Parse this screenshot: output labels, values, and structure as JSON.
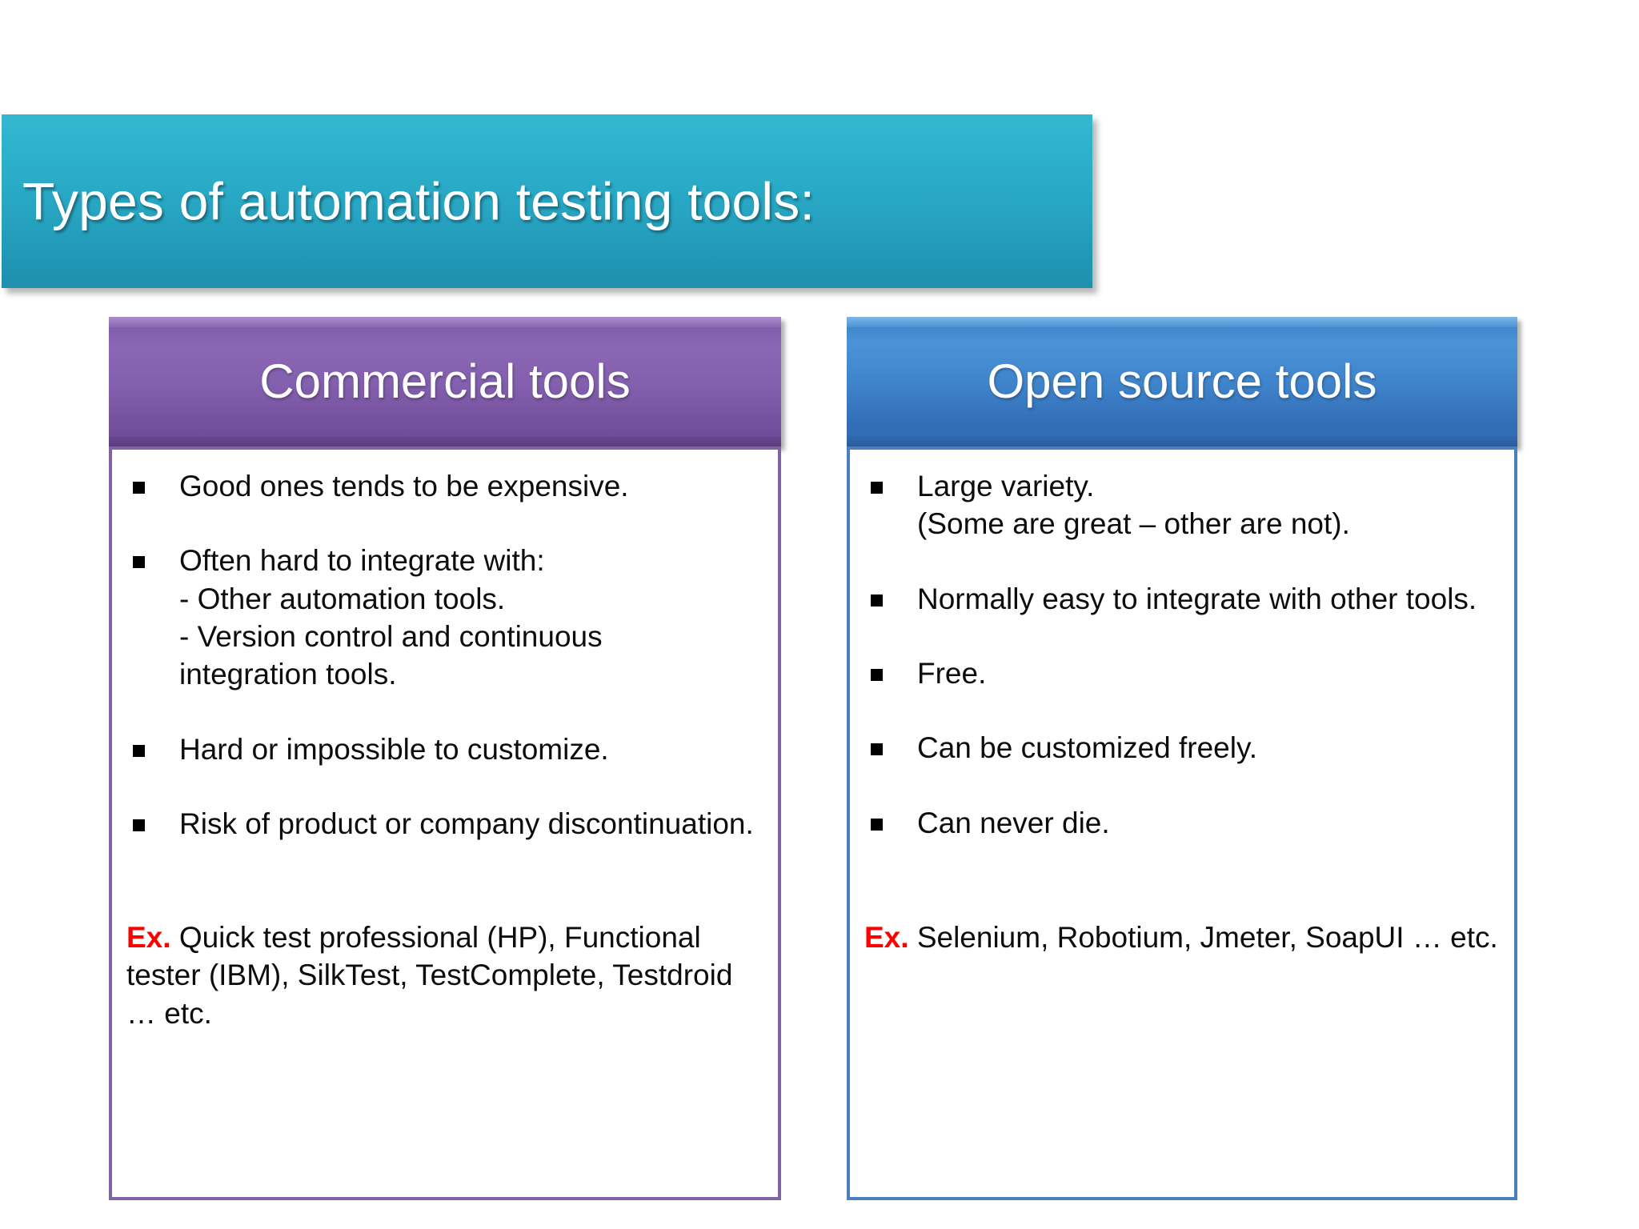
{
  "slide": {
    "title": "Types of automation testing tools:",
    "title_band_color": "#27a5c2"
  },
  "columns": [
    {
      "id": "commercial",
      "header": "Commercial tools",
      "accent_color": "#8064a2",
      "bullet_glyph": "black-square-bullet",
      "bullets": [
        {
          "text": "Good ones tends to be expensive.",
          "sub": []
        },
        {
          "text": "Often hard to integrate with:",
          "sub": [
            "- Other automation tools.",
            "- Version control and continuous",
            "integration tools."
          ]
        },
        {
          "text": "Hard or impossible to customize.",
          "sub": []
        },
        {
          "text": "Risk of product or company discontinuation.",
          "sub": []
        }
      ],
      "example": {
        "tag": "Ex.",
        "tag_color": "#ff0000",
        "text": "Quick test professional (HP), Functional tester (IBM), SilkTest, TestComplete, Testdroid … etc."
      }
    },
    {
      "id": "open-source",
      "header": "Open source tools",
      "accent_color": "#4a81bd",
      "bullet_glyph": "black-square-bullet",
      "bullets": [
        {
          "text": "Large variety.",
          "sub": [
            "(Some are great – other are not)."
          ]
        },
        {
          "text": "Normally easy to integrate with other tools.",
          "sub": []
        },
        {
          "text": "Free.",
          "sub": []
        },
        {
          "text": "Can be customized freely.",
          "sub": []
        },
        {
          "text": "Can never die.",
          "sub": []
        }
      ],
      "example": {
        "tag": "Ex.",
        "tag_color": "#ff0000",
        "text": "Selenium, Robotium, Jmeter, SoapUI … etc."
      }
    }
  ]
}
